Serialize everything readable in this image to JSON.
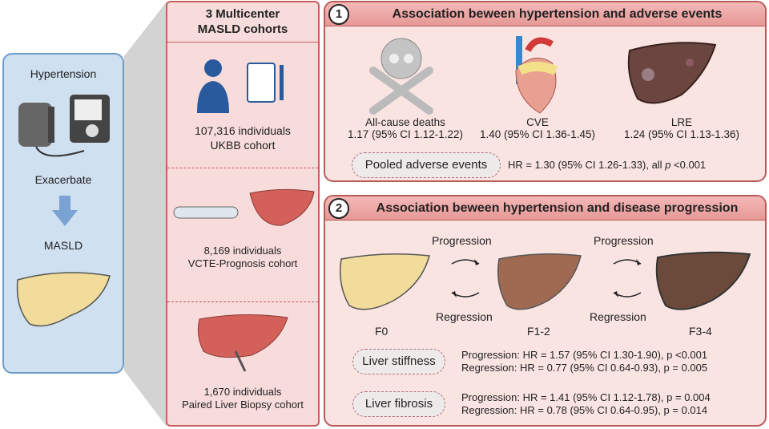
{
  "left": {
    "title": "Hypertension",
    "action": "Exacerbate",
    "target": "MASLD"
  },
  "cohorts": {
    "title": "3 Multicenter MASLD cohorts",
    "items": [
      {
        "count": "107,316 individuals",
        "name": "UKBB cohort"
      },
      {
        "count": "8,169 individuals",
        "name": "VCTE-Prognosis cohort"
      },
      {
        "count": "1,670 individuals",
        "name": "Paired Liver Biopsy cohort"
      }
    ]
  },
  "panel1": {
    "number": "1",
    "title": "Association beween hypertension and adverse events",
    "events": [
      {
        "label": "All-cause deaths",
        "value": "1.17 (95% CI 1.12-1.22)"
      },
      {
        "label": "CVE",
        "value": "1.40 (95% CI 1.36-1.45)"
      },
      {
        "label": "LRE",
        "value": "1.24 (95% CI 1.13-1.36)"
      }
    ],
    "pooled_label": "Pooled adverse events",
    "pooled_hr": "HR = 1.30 (95% CI 1.26-1.33),  all ",
    "pooled_p": "p",
    "pooled_p_val": " <0.001"
  },
  "panel2": {
    "number": "2",
    "title": "Association beween hypertension and disease progression",
    "stages": [
      "F0",
      "F1-2",
      "F3-4"
    ],
    "progression": "Progression",
    "regression": "Regression",
    "results": [
      {
        "label": "Liver stiffness",
        "prog": "Progression: HR = 1.57 (95% CI 1.30-1.90), p <0.001",
        "reg": "Regression: HR = 0.77 (95% CI 0.64-0.93),  p = 0.005"
      },
      {
        "label": "Liver fibrosis",
        "prog": "Progression: HR = 1.41 (95% CI 1.12-1.78), p = 0.004",
        "reg": "Regression: HR = 0.78 (95% CI 0.64-0.95),  p = 0.014"
      }
    ]
  },
  "colors": {
    "blue_panel": "#cfe0f1",
    "pink_panel": "#f9e4e2",
    "header": "#e69896",
    "border": "#b85a58"
  }
}
